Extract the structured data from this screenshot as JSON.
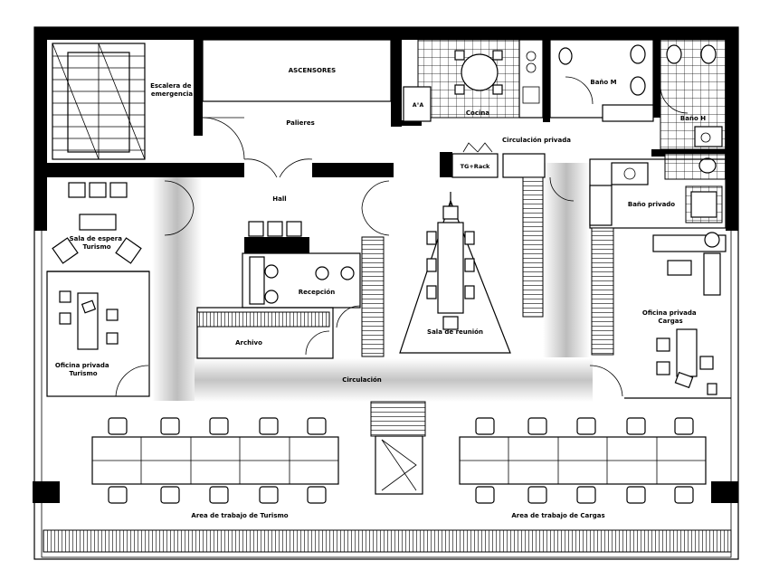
{
  "rooms": {
    "escalera": "Escalera de\nemergencia",
    "ascensores": "ASCENSORES",
    "palieres": "Palieres",
    "ama": "A°A",
    "cocina": "Cocina",
    "bano_m": "Baño M",
    "bano_h": "Baño H",
    "circulacion_privada": "Circulación privada",
    "tg_rack": "TG+Rack",
    "bano_privado": "Baño privado",
    "hall": "Hall",
    "sala_espera": "Sala de espera\nTurismo",
    "recepcion": "Recepción",
    "archivo": "Archivo",
    "sala_reunion": "Sala de reunión",
    "oficina_turismo": "Oficina privada\nTurismo",
    "oficina_cargas": "Oficina privada\nCargas",
    "circulacion": "Circulación",
    "area_turismo": "Area de trabajo de Turismo",
    "area_cargas": "Area de trabajo de Cargas"
  },
  "colors": {
    "wall": "#000000",
    "floor": "#ffffff",
    "corridor_shade": "#b8b8b8"
  }
}
